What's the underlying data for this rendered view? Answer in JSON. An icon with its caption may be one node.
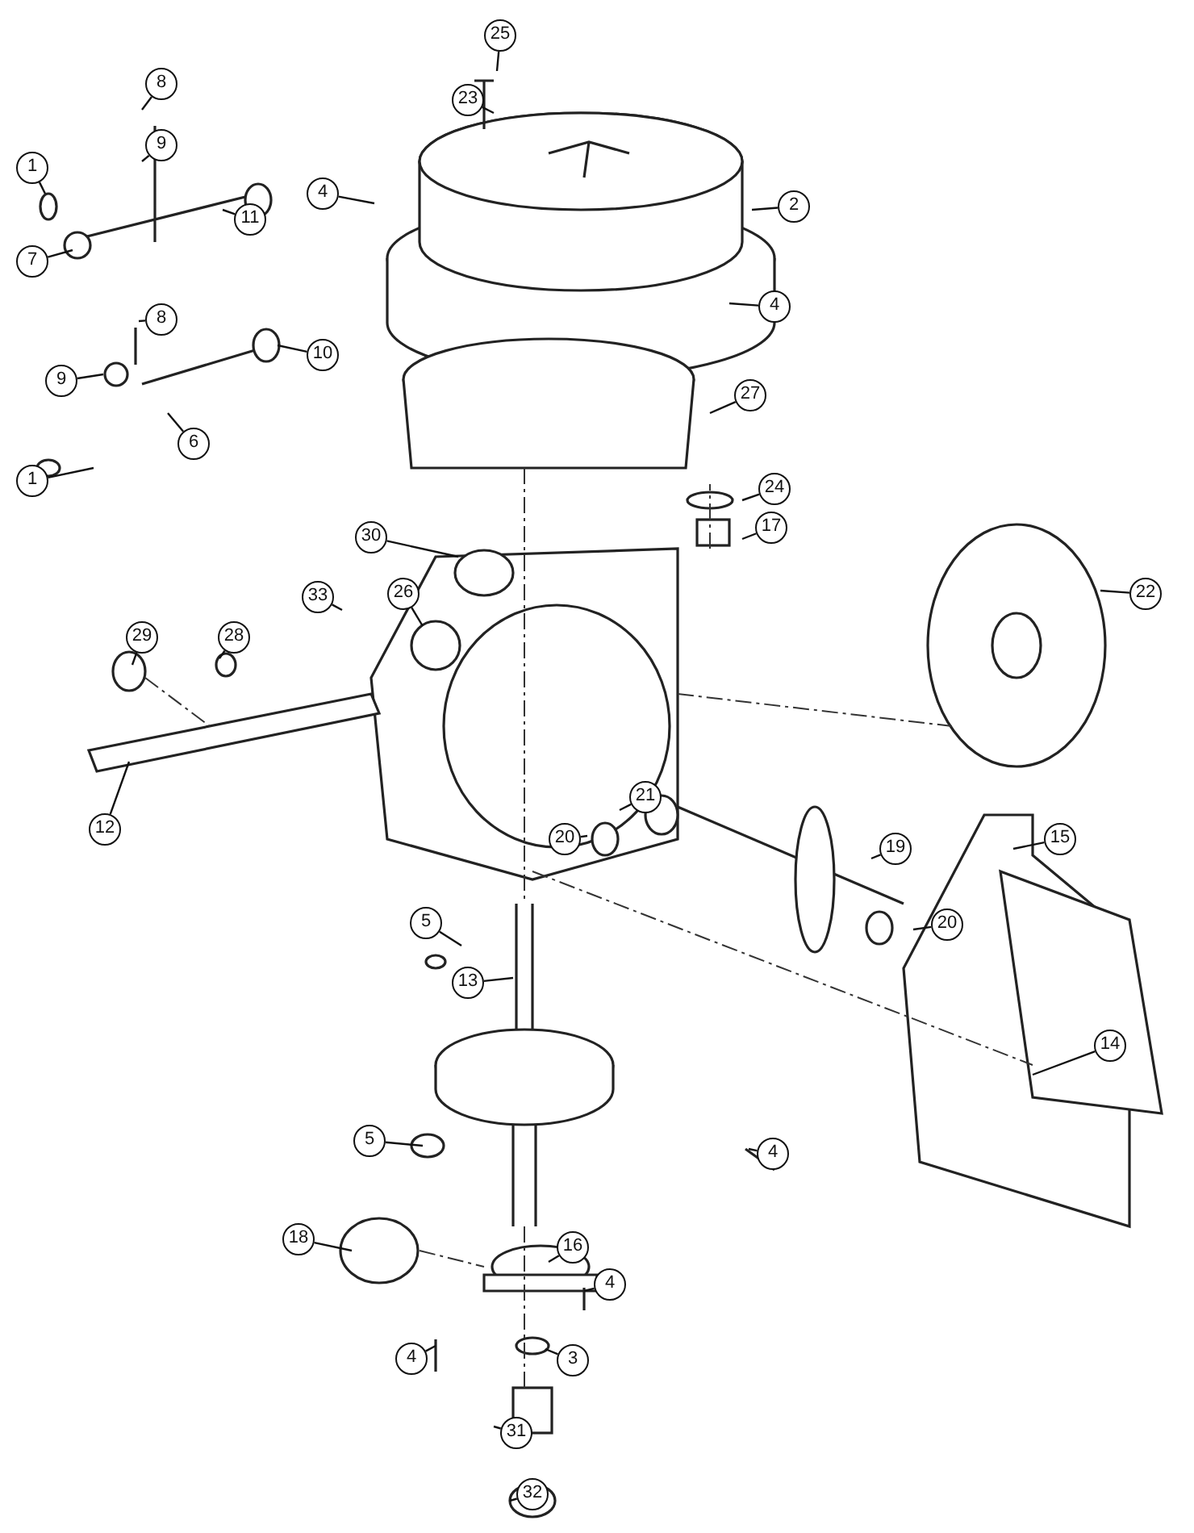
{
  "diagram": {
    "nodes": [
      {
        "text": [
          "25"
        ]
      },
      {
        "text": [
          "8"
        ]
      },
      {
        "text": [
          "23"
        ]
      },
      {
        "text": [
          "9"
        ]
      },
      {
        "text": [
          "1"
        ]
      },
      {
        "text": [
          "4"
        ]
      },
      {
        "text": [
          "2"
        ]
      },
      {
        "text": [
          "11"
        ]
      },
      {
        "text": [
          "7"
        ]
      },
      {
        "text": [
          "4"
        ]
      },
      {
        "text": [
          "8"
        ]
      },
      {
        "text": [
          "10"
        ]
      },
      {
        "text": [
          "9"
        ]
      },
      {
        "text": [
          "27"
        ]
      },
      {
        "text": [
          "6"
        ]
      },
      {
        "text": [
          "1"
        ]
      },
      {
        "text": [
          "24"
        ]
      },
      {
        "text": [
          "17"
        ]
      },
      {
        "text": [
          "30"
        ]
      },
      {
        "text": [
          "26"
        ]
      },
      {
        "text": [
          "22"
        ]
      },
      {
        "text": [
          "33"
        ]
      },
      {
        "text": [
          "29"
        ]
      },
      {
        "text": [
          "28"
        ]
      },
      {
        "text": [
          "21"
        ]
      },
      {
        "text": [
          "12"
        ]
      },
      {
        "text": [
          "15"
        ]
      },
      {
        "text": [
          "19"
        ]
      },
      {
        "text": [
          "20"
        ]
      },
      {
        "text": [
          "5"
        ]
      },
      {
        "text": [
          "20"
        ]
      },
      {
        "text": [
          "13"
        ]
      },
      {
        "text": [
          "14"
        ]
      },
      {
        "text": [
          "5"
        ]
      },
      {
        "text": [
          "4"
        ]
      },
      {
        "text": [
          "18"
        ]
      },
      {
        "text": [
          "16"
        ]
      },
      {
        "text": [
          "4"
        ]
      },
      {
        "text": [
          "4"
        ]
      },
      {
        "text": [
          "3"
        ]
      },
      {
        "text": [
          "31"
        ]
      },
      {
        "text": [
          "32"
        ]
      }
    ],
    "edges": [
      {
        "from": 0,
        "to": null,
        "arrow": "none"
      },
      {
        "from": 1,
        "to": null,
        "arrow": "none"
      },
      {
        "from": 2,
        "to": null,
        "arrow": "none"
      },
      {
        "from": 3,
        "to": null,
        "arrow": "none"
      },
      {
        "from": 4,
        "to": null,
        "arrow": "none"
      },
      {
        "from": 5,
        "to": null,
        "arrow": "none"
      },
      {
        "from": 6,
        "to": null,
        "arrow": "none"
      },
      {
        "from": 7,
        "to": null,
        "arrow": "none"
      },
      {
        "from": 8,
        "to": null,
        "arrow": "none"
      },
      {
        "from": 9,
        "to": null,
        "arrow": "none"
      },
      {
        "from": 10,
        "to": null,
        "arrow": "none"
      },
      {
        "from": 11,
        "to": null,
        "arrow": "none"
      },
      {
        "from": 12,
        "to": null,
        "arrow": "none"
      },
      {
        "from": 13,
        "to": null,
        "arrow": "none"
      },
      {
        "from": 14,
        "to": null,
        "arrow": "none"
      },
      {
        "from": 15,
        "to": null,
        "arrow": "none"
      },
      {
        "from": 16,
        "to": null,
        "arrow": "none"
      },
      {
        "from": 17,
        "to": null,
        "arrow": "none"
      },
      {
        "from": 18,
        "to": null,
        "arrow": "none"
      },
      {
        "from": 19,
        "to": null,
        "arrow": "none"
      },
      {
        "from": 20,
        "to": null,
        "arrow": "none"
      },
      {
        "from": 21,
        "to": null,
        "arrow": "none"
      },
      {
        "from": 22,
        "to": null,
        "arrow": "none"
      },
      {
        "from": 23,
        "to": null,
        "arrow": "none"
      },
      {
        "from": 24,
        "to": null,
        "arrow": "none"
      },
      {
        "from": 25,
        "to": null,
        "arrow": "none"
      },
      {
        "from": 26,
        "to": null,
        "arrow": "none"
      },
      {
        "from": 27,
        "to": null,
        "arrow": "none"
      },
      {
        "from": 28,
        "to": null,
        "arrow": "none"
      },
      {
        "from": 29,
        "to": null,
        "arrow": "none"
      },
      {
        "from": 30,
        "to": null,
        "arrow": "none"
      },
      {
        "from": 31,
        "to": null,
        "arrow": "none"
      },
      {
        "from": 32,
        "to": null,
        "arrow": "none"
      },
      {
        "from": 33,
        "to": null,
        "arrow": "none"
      },
      {
        "from": 34,
        "to": null,
        "arrow": "none"
      },
      {
        "from": 35,
        "to": null,
        "arrow": "none"
      },
      {
        "from": 36,
        "to": null,
        "arrow": "none"
      },
      {
        "from": 37,
        "to": null,
        "arrow": "none"
      },
      {
        "from": 38,
        "to": null,
        "arrow": "none"
      },
      {
        "from": 39,
        "to": null,
        "arrow": "none"
      },
      {
        "from": 40,
        "to": null,
        "arrow": "none"
      },
      {
        "from": 41,
        "to": null,
        "arrow": "none"
      }
    ]
  }
}
